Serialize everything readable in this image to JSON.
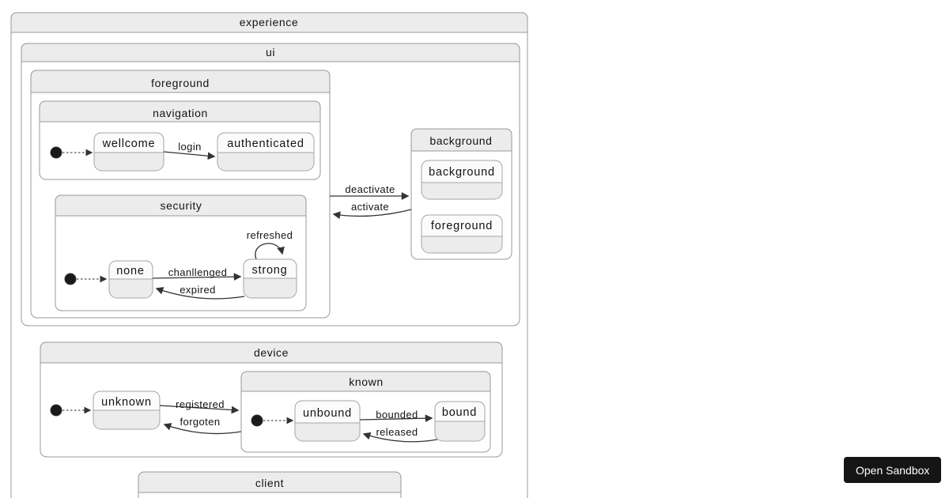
{
  "colors": {
    "page_background": "#ffffff",
    "composite_header_fill": "#ececec",
    "composite_body_fill": "#ffffff",
    "border": "#999999",
    "state_title_fill": "#fbfbfb",
    "state_body_fill": "#ececec",
    "arrow": "#333333",
    "text": "#131313",
    "initial_dot": "#1a1a1a",
    "button_background": "#151515",
    "button_text": "#ffffff"
  },
  "diagram": {
    "experience": {
      "title": "experience"
    },
    "ui": {
      "title": "ui",
      "transitions": {
        "deactivate": "deactivate",
        "activate": "activate"
      }
    },
    "foreground": {
      "title": "foreground"
    },
    "navigation": {
      "title": "navigation",
      "states": {
        "wellcome": "wellcome",
        "authenticated": "authenticated"
      },
      "transitions": {
        "login": "login"
      }
    },
    "security": {
      "title": "security",
      "states": {
        "none": "none",
        "strong": "strong"
      },
      "transitions": {
        "chanllenged": "chanllenged",
        "expired": "expired",
        "refreshed": "refreshed"
      }
    },
    "background": {
      "title": "background",
      "states": {
        "background": "background",
        "foreground": "foreground"
      }
    },
    "device": {
      "title": "device",
      "states": {
        "unknown": "unknown"
      },
      "transitions": {
        "registered": "registered",
        "forgoten": "forgoten"
      },
      "known": {
        "title": "known",
        "states": {
          "unbound": "unbound",
          "bound": "bound"
        },
        "transitions": {
          "bounded": "bounded",
          "released": "released"
        }
      }
    },
    "client": {
      "title": "client"
    }
  },
  "overlay": {
    "open_sandbox": "Open Sandbox"
  }
}
